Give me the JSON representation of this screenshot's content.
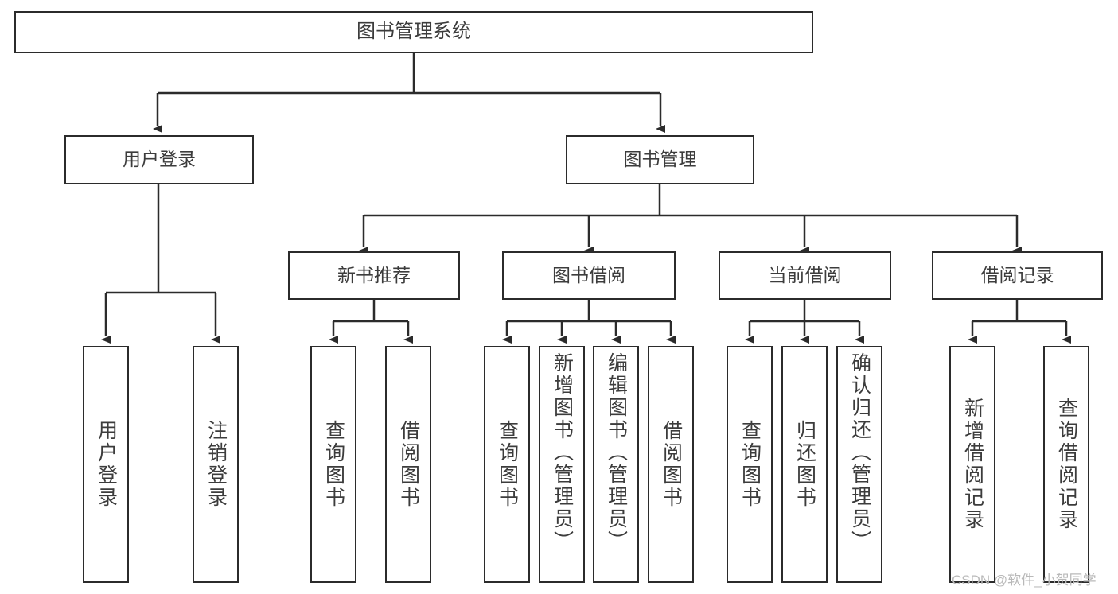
{
  "diagram": {
    "title_node": {
      "label": "图书管理系统"
    },
    "level2": [
      {
        "id": "user-login",
        "label": "用户登录"
      },
      {
        "id": "book-manage",
        "label": "图书管理"
      }
    ],
    "level3": [
      {
        "id": "new-book-recommend",
        "label": "新书推荐"
      },
      {
        "id": "book-borrow",
        "label": "图书借阅"
      },
      {
        "id": "current-borrow",
        "label": "当前借阅"
      },
      {
        "id": "borrow-record",
        "label": "借阅记录"
      }
    ],
    "leaves": [
      {
        "id": "leaf-user-login",
        "label": "用户登录",
        "parent": "user-login"
      },
      {
        "id": "leaf-logout",
        "label": "注销登录",
        "parent": "user-login"
      },
      {
        "id": "leaf-query-book-1",
        "label": "查询图书",
        "parent": "new-book-recommend"
      },
      {
        "id": "leaf-borrow-book-1",
        "label": "借阅图书",
        "parent": "new-book-recommend"
      },
      {
        "id": "leaf-query-book-2",
        "label": "查询图书",
        "parent": "book-borrow"
      },
      {
        "id": "leaf-add-book",
        "label": "新增图书（管理员）",
        "parent": "book-borrow"
      },
      {
        "id": "leaf-edit-book",
        "label": "编辑图书（管理员）",
        "parent": "book-borrow"
      },
      {
        "id": "leaf-borrow-book-2",
        "label": "借阅图书",
        "parent": "book-borrow"
      },
      {
        "id": "leaf-query-book-3",
        "label": "查询图书",
        "parent": "current-borrow"
      },
      {
        "id": "leaf-return-book",
        "label": "归还图书",
        "parent": "current-borrow"
      },
      {
        "id": "leaf-confirm-return",
        "label": "确认归还（管理员）",
        "parent": "current-borrow"
      },
      {
        "id": "leaf-add-record",
        "label": "新增借阅记录",
        "parent": "borrow-record"
      },
      {
        "id": "leaf-query-record",
        "label": "查询借阅记录",
        "parent": "borrow-record"
      }
    ]
  },
  "watermark": {
    "text": "CSDN @软件_小贺同学"
  },
  "colors": {
    "border": "#2b2b2b",
    "text": "#3c3c3c",
    "background": "#ffffff",
    "watermark": "#b9b9b9"
  }
}
